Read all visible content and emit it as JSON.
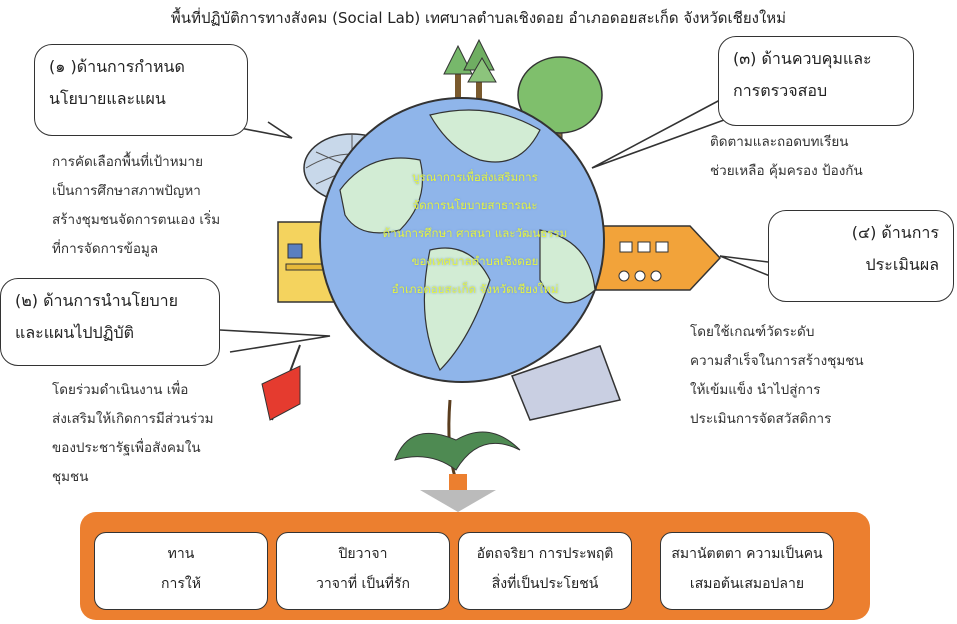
{
  "title": "พื้นที่ปฏิบัติการทางสังคม (Social Lab)  เทศบาลตำบลเชิงดอย อำเภอดอยสะเก็ด จังหวัดเชียงใหม่",
  "aspects": [
    {
      "heading_lines": [
        "(๑ )ด้านการกำหนด",
        "นโยบายและแผน"
      ],
      "desc_lines": [
        "การคัดเลือกพื้นที่เป้าหมาย",
        "เป็นการศึกษาสภาพปัญหา",
        "สร้างชุมชนจัดการตนเอง เริ่ม",
        "ที่การจัดการข้อมูล"
      ]
    },
    {
      "heading_lines": [
        "(๒) ด้านการนำนโยบาย",
        "และแผนไปปฏิบัติ"
      ],
      "desc_lines": [
        "โดยร่วมดำเนินงาน เพื่อ",
        "ส่งเสริมให้เกิดการมีส่วนร่วม",
        "ของประชารัฐเพื่อสังคมใน",
        "ชุมชน"
      ]
    },
    {
      "heading_lines": [
        "(๓) ด้านควบคุมและ",
        "การตรวจสอบ"
      ],
      "desc_lines": [
        "ติดตามและถอดบทเรียน",
        "ช่วยเหลือ คุ้มครอง ป้องกัน"
      ]
    },
    {
      "heading_lines": [
        "(๔) ด้านการ",
        "ประเมินผล"
      ],
      "desc_lines": [
        "โดยใช้เกณฑ์วัดระดับ",
        "ความสำเร็จในการสร้างชุมชน",
        "ให้เข้มแข็ง นำไปสู่การ",
        "ประเมินการจัดสวัสดิการ"
      ]
    }
  ],
  "globe_lines": [
    "บูรณาการเพื่อส่งเสริมการ",
    "จัดการนโยบายสาธารณะ",
    "ด้านการศึกษา ศาสนา และวัฒนธรรม",
    "ของเทศบาลตำบลเชิงดอย",
    "อำเภอดอยสะเก็ด จังหวัดเชียงใหม่"
  ],
  "virtues": [
    {
      "lines": [
        "ทาน",
        "การให้"
      ]
    },
    {
      "lines": [
        "ปิยวาจา",
        "วาจาที่ เป็นที่รัก"
      ]
    },
    {
      "lines": [
        "อัตถจริยา การประพฤติ",
        "สิ่งที่เป็นประโยชน์"
      ]
    },
    {
      "lines": [
        "สมานัตตตา ความเป็นคน",
        "เสมอต้นเสมอปลาย"
      ]
    }
  ],
  "colors": {
    "banner": "#ec7f2f",
    "globe_ocean": "#8fb5ea",
    "globe_land": "#d2ecd4",
    "globe_text": "#e6f542"
  }
}
